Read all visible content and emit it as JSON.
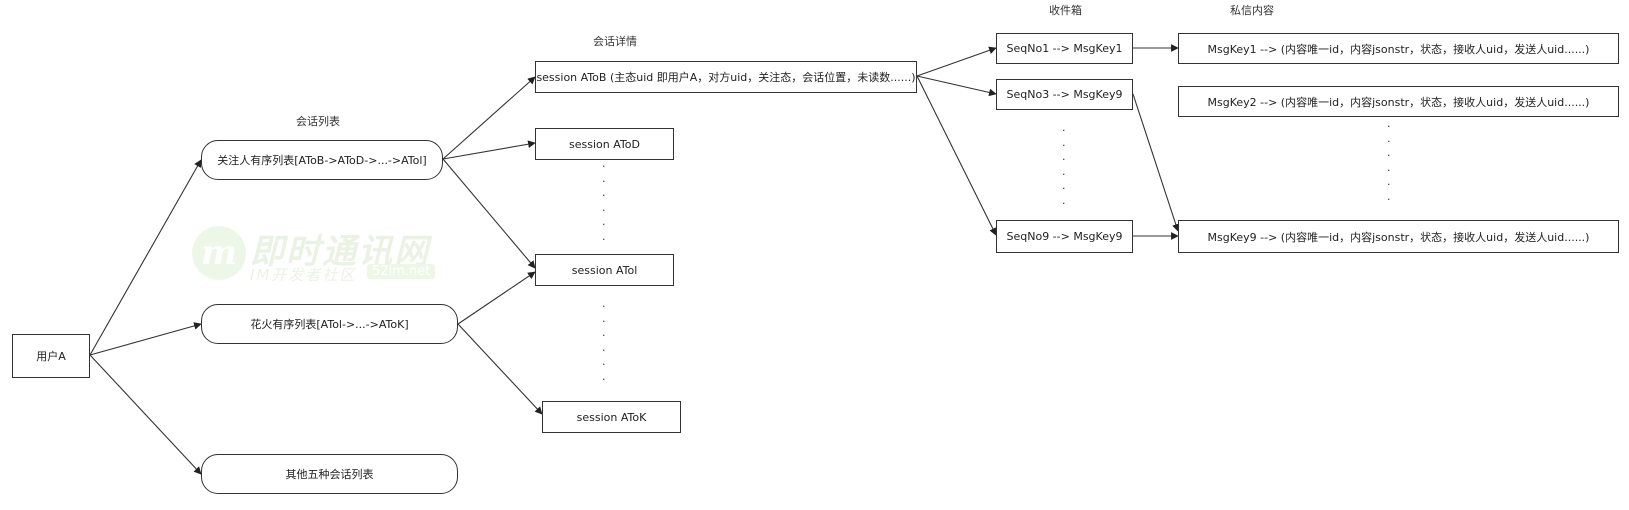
{
  "labels": {
    "session_list": "会话列表",
    "session_detail": "会话详情",
    "inbox": "收件箱",
    "private_content": "私信内容"
  },
  "nodes": {
    "user": "用户A",
    "follow_list": "关注人有序列表[AToB->AToD->...->ATol]",
    "spark_list": "花火有序列表[ATol->...->AToK]",
    "other_list": "其他五种会话列表",
    "session_atob": "session AToB (主态uid 即用户A，对方uid，关注态，会话位置，未读数......)",
    "session_atod": "session AToD",
    "session_atol": "session ATol",
    "session_atok": "session AToK",
    "seq1": "SeqNo1 --> MsgKey1",
    "seq3": "SeqNo3 --> MsgKey9",
    "seq9": "SeqNo9 --> MsgKey9",
    "msg1": "MsgKey1 --> (内容唯一id，内容jsonstr，状态，接收人uid，发送人uid......)",
    "msg2": "MsgKey2 --> (内容唯一id，内容jsonstr，状态，接收人uid，发送人uid......)",
    "msg9": "MsgKey9 --> (内容唯一id，内容jsonstr，状态，接收人uid，发送人uid......)"
  },
  "watermark": {
    "logo_letter": "m",
    "title": "即时通讯网",
    "subtitle": "IM开发者社区",
    "site": "52im.net"
  }
}
